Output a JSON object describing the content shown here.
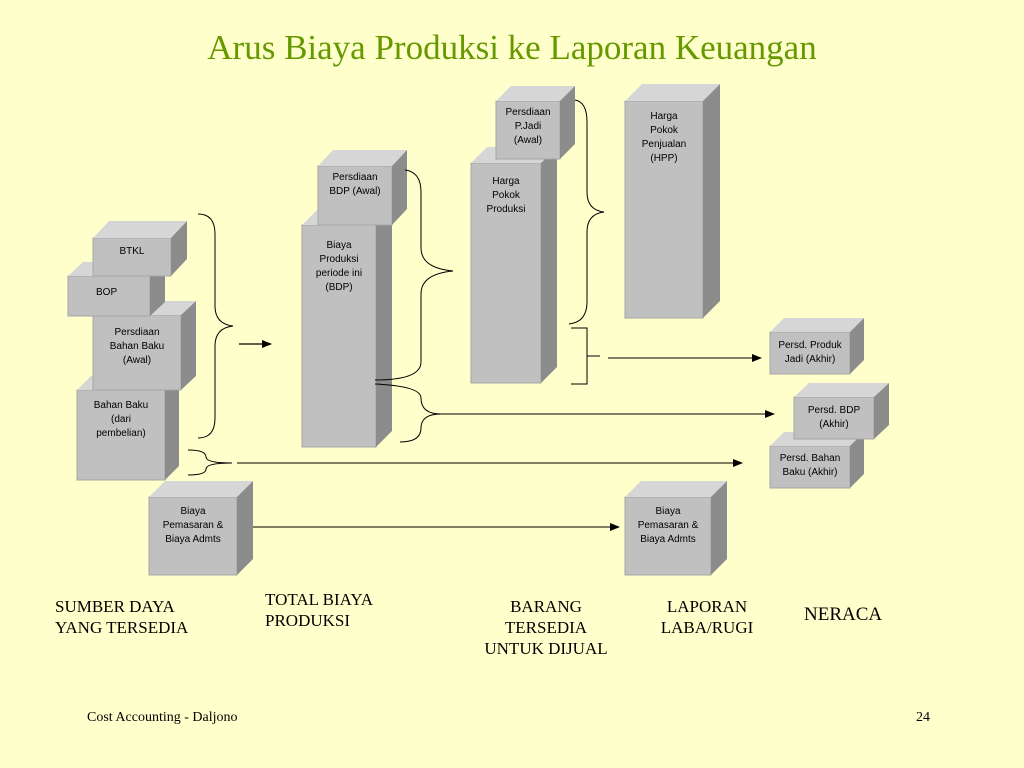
{
  "slide": {
    "title": "Arus Biaya Produksi ke Laporan Keuangan",
    "footer_left": "Cost Accounting - Daljono",
    "page_number": "24"
  },
  "boxes": {
    "btkl": "BTKL",
    "bop": "BOP",
    "persediaan_bahan_baku_awal": "Persdiaan\nBahan Baku\n(Awal)",
    "bahan_baku_pembelian": "Bahan Baku\n(dari\npembelian)",
    "biaya_pemasaran_source": "Biaya\nPemasaran &\nBiaya Admts",
    "persediaan_bdp_awal": "Persdiaan\nBDP (Awal)",
    "biaya_produksi_periode_ini": "Biaya\nProduksi\nperiode ini\n(BDP)",
    "persediaan_pjadi_awal": "Persdiaan\nP.Jadi\n(Awal)",
    "harga_pokok_produksi": "Harga\nPokok\nProduksi",
    "harga_pokok_penjualan": "Harga\nPokok\nPenjualan\n(HPP)",
    "biaya_pemasaran_laba_rugi": "Biaya\nPemasaran &\nBiaya Admts",
    "persd_produk_jadi_akhir": "Persd. Produk\nJadi (Akhir)",
    "persd_bdp_akhir": "Persd. BDP\n(Akhir)",
    "persd_bahan_baku_akhir": "Persd. Bahan\nBaku (Akhir)"
  },
  "captions": {
    "sumber_daya": "SUMBER DAYA\nYANG TERSEDIA",
    "total_biaya_produksi": "TOTAL BIAYA\nPRODUKSI",
    "barang_tersedia": "BARANG\nTERSEDIA\nUNTUK DIJUAL",
    "laporan_laba_rugi": "LAPORAN\nLABA/RUGI",
    "neraca": "NERACA"
  },
  "colors": {
    "background": "#ffffcc",
    "title": "#669900",
    "box_front": "#c0c0c0",
    "box_top": "#d6d6d6",
    "box_side": "#8c8c8c"
  }
}
